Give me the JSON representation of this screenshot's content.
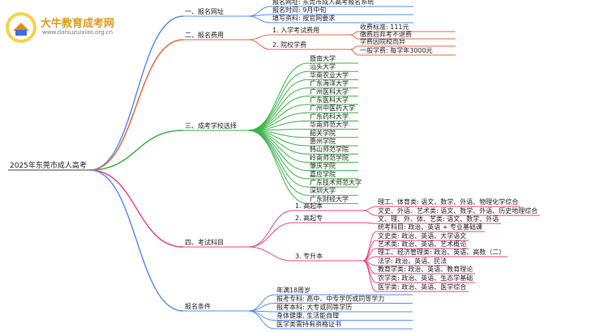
{
  "logo": {
    "title": "大牛教育成考网",
    "url": "www.daniuzuixiao.org.cn"
  },
  "root": "2025年东莞市成人高考",
  "branches": [
    {
      "label": "一、报名网址",
      "color": "#5b8ff9",
      "children": [
        {
          "label": "报名网址: 东莞市成人高考报名系统"
        },
        {
          "label": "报名时间: 9月中旬"
        },
        {
          "label": "填写资料: 按官网要求"
        }
      ]
    },
    {
      "label": "二、报名费用",
      "color": "#e8684a",
      "children": [
        {
          "label": "1. 入学考试费用",
          "children": [
            {
              "label": "收费标准: 111元"
            },
            {
              "label": "缴费后弃考不退费"
            }
          ]
        },
        {
          "label": "2. 院校学费",
          "children": [
            {
              "label": "学费因院校而异"
            },
            {
              "label": "一般学费: 每学年3000元"
            }
          ]
        }
      ]
    },
    {
      "label": "三、成考学校选择",
      "color": "#3bb54a",
      "children": [
        {
          "label": "暨南大学"
        },
        {
          "label": "汕头大学"
        },
        {
          "label": "华南农业大学"
        },
        {
          "label": "广东海洋大学"
        },
        {
          "label": "广州医科大学"
        },
        {
          "label": "广东医科大学"
        },
        {
          "label": "广州中医药大学"
        },
        {
          "label": "广东药科大学"
        },
        {
          "label": "华南师范大学"
        },
        {
          "label": "韶关学院"
        },
        {
          "label": "惠州学院"
        },
        {
          "label": "韩山师范学院"
        },
        {
          "label": "岭南师范学院"
        },
        {
          "label": "肇庆学院"
        },
        {
          "label": "嘉应学院"
        },
        {
          "label": "广东技术师范大学"
        },
        {
          "label": "深圳大学"
        },
        {
          "label": "广东财经大学"
        }
      ]
    },
    {
      "label": "四、考试科目",
      "color": "#e84a8a",
      "children": [
        {
          "label": "1. 高起本",
          "children": [
            {
              "label": "理工、体育类: 语文、数学、外语、物理化学综合"
            },
            {
              "label": "文史、外语、艺术类: 语文、数学、外语、历史地理综合"
            }
          ]
        },
        {
          "label": "2. 高起专",
          "children": [
            {
              "label": "文、理、外、体、艺类: 语文、数学、外语"
            }
          ]
        },
        {
          "label": "3. 专升本",
          "children": [
            {
              "label": "统考科目: 政治、英语 + 专业基础课"
            },
            {
              "label": "文史类: 政治、英语、大学语文"
            },
            {
              "label": "艺术类: 政治、英语、艺术概论"
            },
            {
              "label": "理工、经济管理类: 政治、英语、高数（二）"
            },
            {
              "label": "法学: 政治、英语、民法"
            },
            {
              "label": "教育学类: 政治、英语、教育理论"
            },
            {
              "label": "农学类: 政治、英语、生态学基础"
            },
            {
              "label": "医学类: 政治、英语、医学综合"
            }
          ]
        }
      ]
    },
    {
      "label": "报名条件",
      "color": "#5b8ff9",
      "children": [
        {
          "label": "年满18周岁"
        },
        {
          "label": "报考专科: 高中、中专学历或同等学力"
        },
        {
          "label": "报考本科: 大专或同等学历"
        },
        {
          "label": "身体健康, 生活能自理"
        },
        {
          "label": "医学类需持有资格证书"
        }
      ]
    }
  ]
}
